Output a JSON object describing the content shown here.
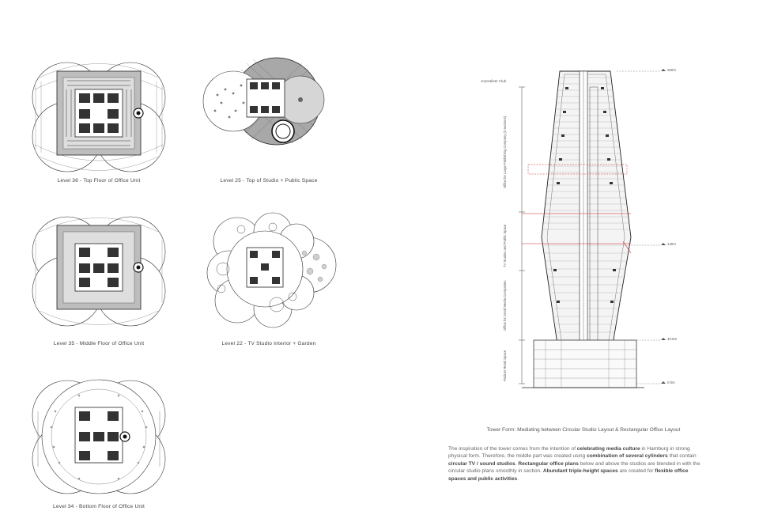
{
  "plans": [
    {
      "id": "l36",
      "caption": "Level 36 - Top Floor of Office Unit"
    },
    {
      "id": "l25",
      "caption": "Level 25 - Top of Studio + Public Space"
    },
    {
      "id": "l35",
      "caption": "Level 35 - Middle Floor of Office Unit"
    },
    {
      "id": "l22",
      "caption": "Level 22 - TV Studio Interior + Garden"
    },
    {
      "id": "l34",
      "caption": "Level 34 - Bottom Floor of Office Unit"
    }
  ],
  "section": {
    "level_marks": [
      "280m",
      "140m",
      "40.5m",
      "0.0m"
    ],
    "zone_labels": [
      "Journalists' Club",
      "Office for Large Publishing Company (3 sections)",
      "TV Studios and Public Space",
      "Office for Small Media Companies",
      "Podium Retail Space"
    ]
  },
  "main_title": "Tower Form: Mediating between Circular Studio Layout & Rectangular Office Layout",
  "description": {
    "p1": "The inspiration of the tower comes from the intention of ",
    "b1": "celebrating media culture",
    "p2": " in Hamburg in strong physical form. Therefore, the middle part was created using ",
    "b2": "combination of several cylinders",
    "p3": " that contain ",
    "b3": "circular TV / sound studios",
    "p4": ". ",
    "b4": "Rectangular office plans",
    "p5": " below and above the studios are blended in with the circular studio plans smoothly in section. ",
    "b5": "Abundant triple-height spaces",
    "p6": " are created for ",
    "b6": "flexible office spaces and public activities",
    "p7": "."
  }
}
